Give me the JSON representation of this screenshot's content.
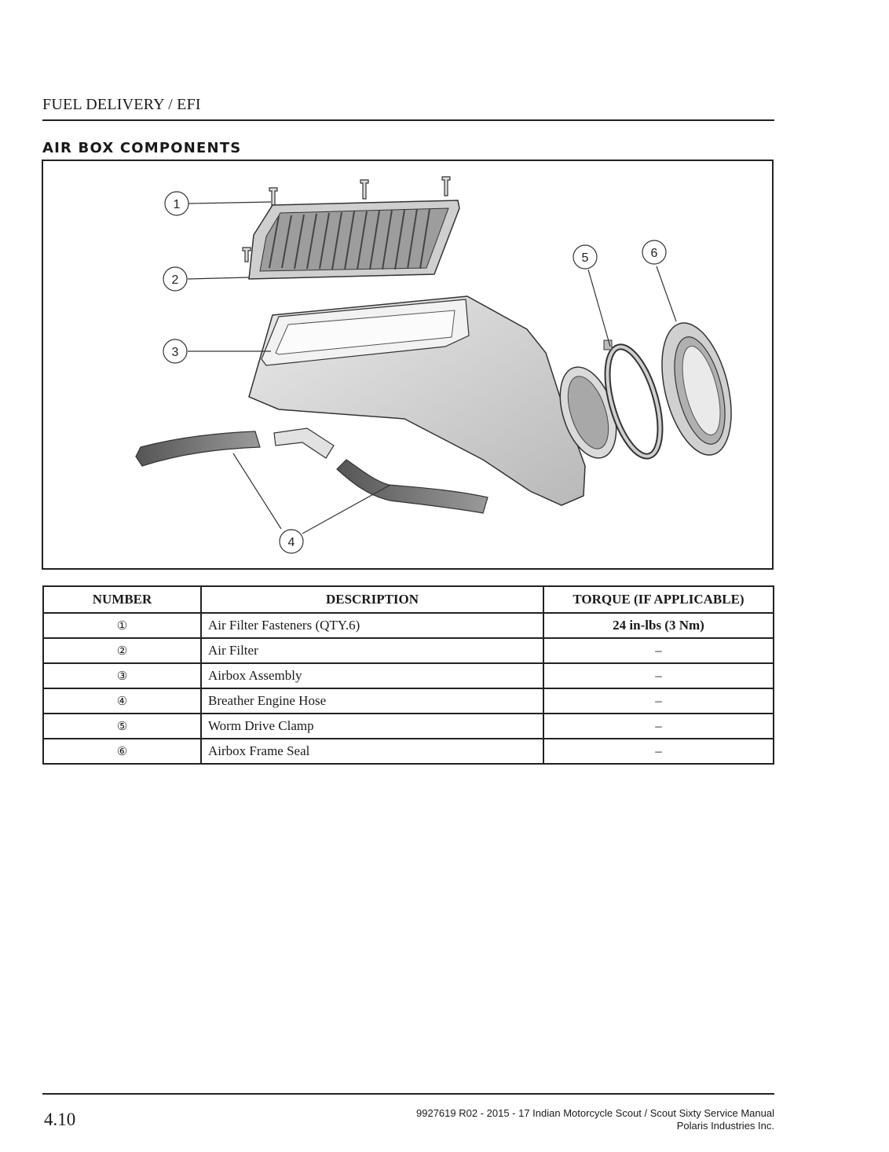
{
  "header": {
    "section": "FUEL DELIVERY / EFI"
  },
  "page_heading": "AIR BOX COMPONENTS",
  "figure": {
    "callouts": [
      "1",
      "2",
      "3",
      "4",
      "5",
      "6"
    ]
  },
  "table": {
    "headers": [
      "NUMBER",
      "DESCRIPTION",
      "TORQUE (IF APPLICABLE)"
    ],
    "rows": [
      {
        "number": "①",
        "description": "Air Filter Fasteners (QTY.6)",
        "torque": "24 in-lbs (3 Nm)"
      },
      {
        "number": "②",
        "description": "Air Filter",
        "torque": "–"
      },
      {
        "number": "③",
        "description": "Airbox Assembly",
        "torque": "–"
      },
      {
        "number": "④",
        "description": "Breather Engine Hose",
        "torque": "–"
      },
      {
        "number": "⑤",
        "description": "Worm Drive Clamp",
        "torque": "–"
      },
      {
        "number": "⑥",
        "description": "Airbox Frame Seal",
        "torque": "–"
      }
    ]
  },
  "footer": {
    "page_number": "4.10",
    "manual_title": "9927619 R02 - 2015 - 17 Indian Motorcycle Scout / Scout Sixty Service Manual",
    "publisher": "Polaris Industries Inc."
  }
}
